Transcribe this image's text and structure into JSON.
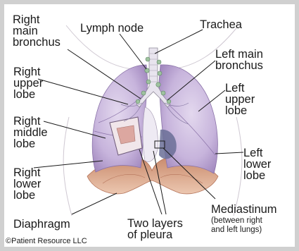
{
  "labels": {
    "right_main_bronchus": "Right\nmain\nbronchus",
    "lymph_node": "Lymph node",
    "trachea": "Trachea",
    "left_main_bronchus": "Left main\nbronchus",
    "right_upper_lobe": "Right\nupper\nlobe",
    "left_upper_lobe": "Left\nupper\nlobe",
    "right_middle_lobe": "Right\nmiddle\nlobe",
    "left_lower_lobe": "Left\nlower\nlobe",
    "right_lower_lobe": "Right\nlower\nlobe",
    "mediastinum": "Mediastinum",
    "mediastinum_note": "(between right\nand left lungs)",
    "diaphragm": "Diaphragm",
    "two_layers_of_pleura": "Two layers\nof pleura"
  },
  "credit": "©Patient Resource LLC",
  "colors": {
    "lung_fill": "#c9b8dc",
    "lung_shade": "#9f86bd",
    "diaphragm": "#d9a98f",
    "trachea": "#e8e4ee",
    "lymph_node": "#9fc2a0",
    "pleura_pink": "#dca7a0",
    "frame": "#d0d0d0"
  }
}
